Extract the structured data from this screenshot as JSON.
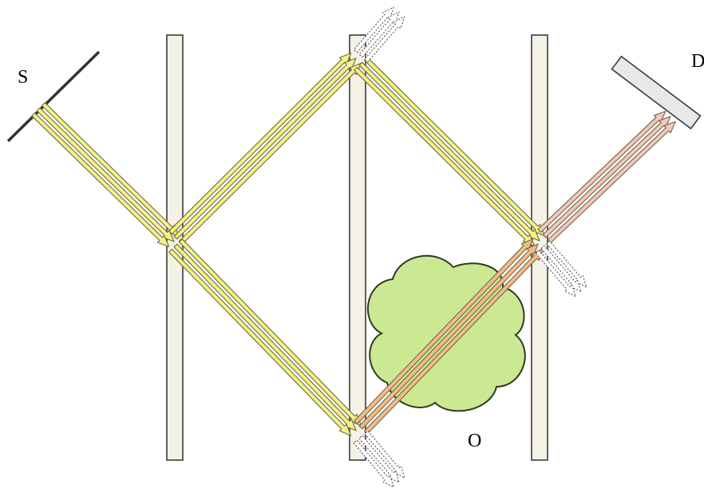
{
  "labels": {
    "source": "S",
    "detector": "D",
    "object": "O"
  },
  "colors": {
    "beam_fill": "#f7f28a",
    "beam_edge": "#6b6b3a",
    "object_fill": "#cbe892",
    "object_edge": "#2f3a22",
    "path_through_object": "#f5b98e",
    "path_to_detector": "#f6c4c4",
    "plate_fill": "#f4f2e6",
    "mirror_stroke": "#333333",
    "detector_fill": "#e8e8e8"
  }
}
